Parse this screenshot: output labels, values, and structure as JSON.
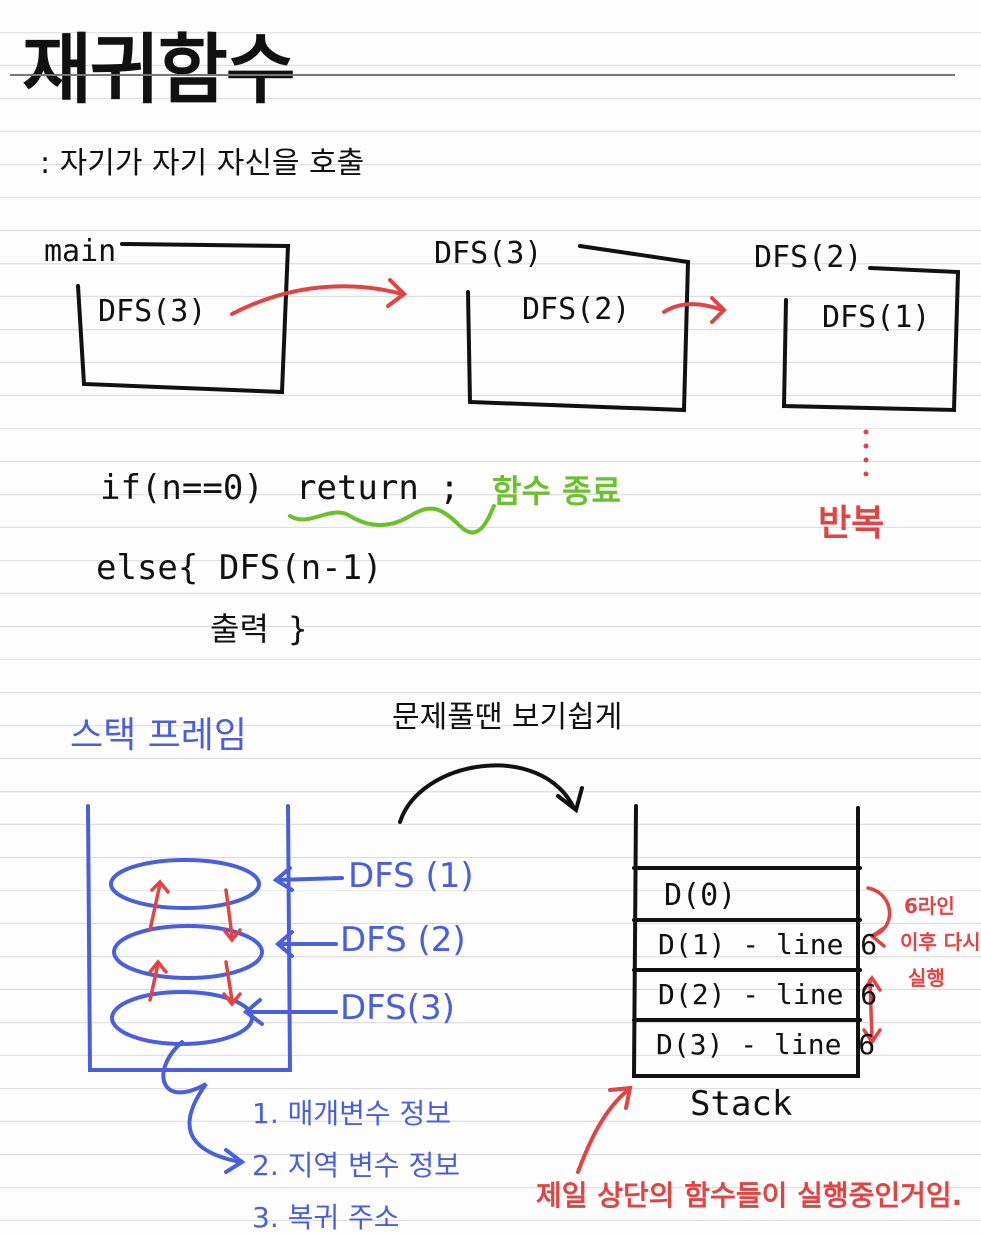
{
  "title": "재귀함수",
  "subtitle": ": 자기가  자기 자신을 호출",
  "flow": {
    "boxes": [
      {
        "label": "main",
        "inner": "DFS(3)"
      },
      {
        "label": "DFS(3)",
        "inner": "DFS(2)"
      },
      {
        "label": "DFS(2)",
        "inner": "DFS(1)"
      }
    ],
    "repeat_label": "반복"
  },
  "code": {
    "line1_cond": "if(n==0)",
    "line1_return": "return ;",
    "line1_note": "함수 종료",
    "line2": "else{ DFS(n-1)",
    "line3": "출력 }"
  },
  "stack_frame": {
    "title": "스택 프레임",
    "frames": [
      "DFS (1)",
      "DFS (2)",
      "DFS(3)"
    ],
    "info": [
      "1. 매개변수 정보",
      "2. 지역 변수 정보",
      "3. 복귀 주소"
    ]
  },
  "easy_note": "문제풀땐 보기쉽게",
  "stack": {
    "rows": [
      "D(0)",
      "D(1) - line 6",
      "D(2) - line 6",
      "D(3) - line 6"
    ],
    "label": "Stack",
    "side_note": [
      "6라인",
      "이후 다시",
      "실행"
    ],
    "bottom_note": "제일 상단의 함수들이  실행중인거임."
  },
  "colors": {
    "ink": "#111111",
    "red": "#e04545",
    "green": "#6cc02e",
    "blue": "#4a5fd9"
  }
}
